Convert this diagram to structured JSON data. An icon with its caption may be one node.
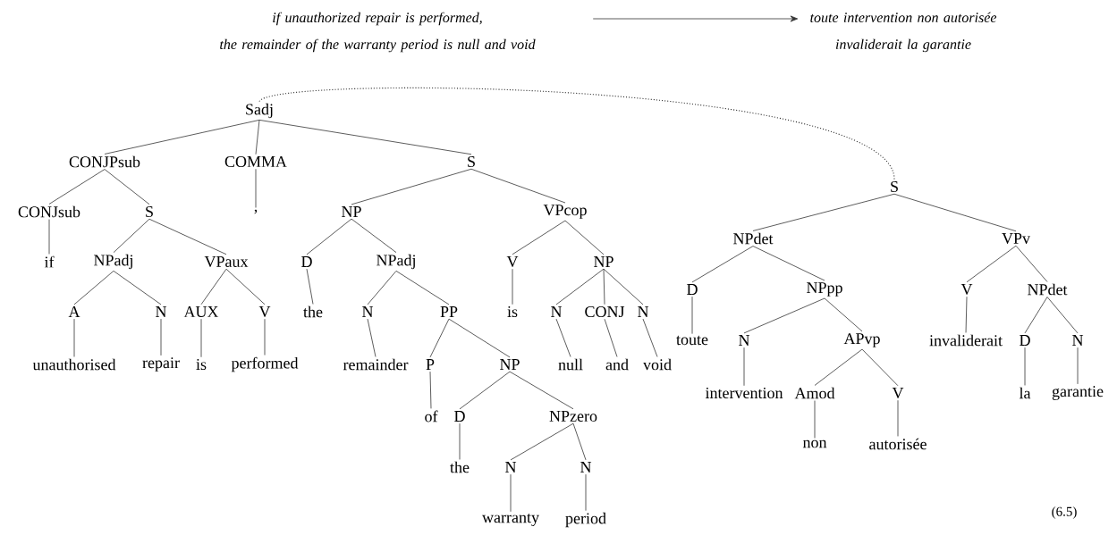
{
  "diagram": {
    "nodes": [
      {
        "text": [
          "if unauthorized repair is performed, the remainder of the warranty period is null and void"
        ]
      },
      {
        "text": [
          "toute intervention non autorisée invaliderait la garantie"
        ]
      },
      {
        "text": [
          "Sadj"
        ]
      },
      {
        "text": [
          "CONJPsub"
        ]
      },
      {
        "text": [
          "COMMA"
        ]
      },
      {
        "text": [
          "S"
        ]
      },
      {
        "text": [
          "CONJsub"
        ]
      },
      {
        "text": [
          "S"
        ]
      },
      {
        "text": [
          ","
        ]
      },
      {
        "text": [
          "NP"
        ]
      },
      {
        "text": [
          "VPcop"
        ]
      },
      {
        "text": [
          "if"
        ]
      },
      {
        "text": [
          "NPadj"
        ]
      },
      {
        "text": [
          "VPaux"
        ]
      },
      {
        "text": [
          "D"
        ]
      },
      {
        "text": [
          "NPadj"
        ]
      },
      {
        "text": [
          "V"
        ]
      },
      {
        "text": [
          "NP"
        ]
      },
      {
        "text": [
          "A"
        ]
      },
      {
        "text": [
          "N"
        ]
      },
      {
        "text": [
          "AUX"
        ]
      },
      {
        "text": [
          "V"
        ]
      },
      {
        "text": [
          "the"
        ]
      },
      {
        "text": [
          "N"
        ]
      },
      {
        "text": [
          "PP"
        ]
      },
      {
        "text": [
          "is"
        ]
      },
      {
        "text": [
          "N"
        ]
      },
      {
        "text": [
          "CONJ"
        ]
      },
      {
        "text": [
          "N"
        ]
      },
      {
        "text": [
          "unauthorised"
        ]
      },
      {
        "text": [
          "repair"
        ]
      },
      {
        "text": [
          "is"
        ]
      },
      {
        "text": [
          "performed"
        ]
      },
      {
        "text": [
          "remainder"
        ]
      },
      {
        "text": [
          "P"
        ]
      },
      {
        "text": [
          "NP"
        ]
      },
      {
        "text": [
          "null"
        ]
      },
      {
        "text": [
          "and"
        ]
      },
      {
        "text": [
          "void"
        ]
      },
      {
        "text": [
          "of"
        ]
      },
      {
        "text": [
          "D"
        ]
      },
      {
        "text": [
          "NPzero"
        ]
      },
      {
        "text": [
          "the"
        ]
      },
      {
        "text": [
          "N"
        ]
      },
      {
        "text": [
          "N"
        ]
      },
      {
        "text": [
          "warranty"
        ]
      },
      {
        "text": [
          "period"
        ]
      },
      {
        "text": [
          "S"
        ]
      },
      {
        "text": [
          "NPdet"
        ]
      },
      {
        "text": [
          "VPv"
        ]
      },
      {
        "text": [
          "D"
        ]
      },
      {
        "text": [
          "NPpp"
        ]
      },
      {
        "text": [
          "V"
        ]
      },
      {
        "text": [
          "NPdet"
        ]
      },
      {
        "text": [
          "toute"
        ]
      },
      {
        "text": [
          "N"
        ]
      },
      {
        "text": [
          "APvp"
        ]
      },
      {
        "text": [
          "invaliderait"
        ]
      },
      {
        "text": [
          "D"
        ]
      },
      {
        "text": [
          "N"
        ]
      },
      {
        "text": [
          "intervention"
        ]
      },
      {
        "text": [
          "Amod"
        ]
      },
      {
        "text": [
          "V"
        ]
      },
      {
        "text": [
          "la"
        ]
      },
      {
        "text": [
          "garantie"
        ]
      },
      {
        "text": [
          "non"
        ]
      },
      {
        "text": [
          "autorisée"
        ]
      }
    ],
    "edges": [
      {
        "from": 0,
        "to": 1,
        "arrow": "to"
      },
      {
        "from": 2,
        "to": 47,
        "arrow": "none",
        "style": "dashed"
      },
      {
        "from": 2,
        "to": 3,
        "arrow": "none"
      },
      {
        "from": 2,
        "to": 4,
        "arrow": "none"
      },
      {
        "from": 2,
        "to": 5,
        "arrow": "none"
      },
      {
        "from": 3,
        "to": 6,
        "arrow": "none"
      },
      {
        "from": 3,
        "to": 7,
        "arrow": "none"
      },
      {
        "from": 4,
        "to": 8,
        "arrow": "none"
      },
      {
        "from": 5,
        "to": 9,
        "arrow": "none"
      },
      {
        "from": 5,
        "to": 10,
        "arrow": "none"
      },
      {
        "from": 6,
        "to": 11,
        "arrow": "none"
      },
      {
        "from": 7,
        "to": 12,
        "arrow": "none"
      },
      {
        "from": 7,
        "to": 13,
        "arrow": "none"
      },
      {
        "from": 9,
        "to": 14,
        "arrow": "none"
      },
      {
        "from": 9,
        "to": 15,
        "arrow": "none"
      },
      {
        "from": 10,
        "to": 16,
        "arrow": "none"
      },
      {
        "from": 10,
        "to": 17,
        "arrow": "none"
      },
      {
        "from": 12,
        "to": 18,
        "arrow": "none"
      },
      {
        "from": 12,
        "to": 19,
        "arrow": "none"
      },
      {
        "from": 13,
        "to": 20,
        "arrow": "none"
      },
      {
        "from": 13,
        "to": 21,
        "arrow": "none"
      },
      {
        "from": 14,
        "to": 22,
        "arrow": "none"
      },
      {
        "from": 15,
        "to": 23,
        "arrow": "none"
      },
      {
        "from": 15,
        "to": 24,
        "arrow": "none"
      },
      {
        "from": 16,
        "to": 25,
        "arrow": "none"
      },
      {
        "from": 17,
        "to": 26,
        "arrow": "none"
      },
      {
        "from": 17,
        "to": 27,
        "arrow": "none"
      },
      {
        "from": 17,
        "to": 28,
        "arrow": "none"
      },
      {
        "from": 18,
        "to": 29,
        "arrow": "none"
      },
      {
        "from": 19,
        "to": 30,
        "arrow": "none"
      },
      {
        "from": 20,
        "to": 31,
        "arrow": "none"
      },
      {
        "from": 21,
        "to": 32,
        "arrow": "none"
      },
      {
        "from": 23,
        "to": 33,
        "arrow": "none"
      },
      {
        "from": 24,
        "to": 34,
        "arrow": "none"
      },
      {
        "from": 24,
        "to": 35,
        "arrow": "none"
      },
      {
        "from": 26,
        "to": 36,
        "arrow": "none"
      },
      {
        "from": 27,
        "to": 37,
        "arrow": "none"
      },
      {
        "from": 28,
        "to": 38,
        "arrow": "none"
      },
      {
        "from": 34,
        "to": 39,
        "arrow": "none"
      },
      {
        "from": 35,
        "to": 40,
        "arrow": "none"
      },
      {
        "from": 35,
        "to": 41,
        "arrow": "none"
      },
      {
        "from": 40,
        "to": 42,
        "arrow": "none"
      },
      {
        "from": 41,
        "to": 43,
        "arrow": "none"
      },
      {
        "from": 41,
        "to": 44,
        "arrow": "none"
      },
      {
        "from": 43,
        "to": 45,
        "arrow": "none"
      },
      {
        "from": 44,
        "to": 46,
        "arrow": "none"
      },
      {
        "from": 47,
        "to": 48,
        "arrow": "none"
      },
      {
        "from": 47,
        "to": 49,
        "arrow": "none"
      },
      {
        "from": 48,
        "to": 50,
        "arrow": "none"
      },
      {
        "from": 48,
        "to": 51,
        "arrow": "none"
      },
      {
        "from": 49,
        "to": 52,
        "arrow": "none"
      },
      {
        "from": 49,
        "to": 53,
        "arrow": "none"
      },
      {
        "from": 50,
        "to": 54,
        "arrow": "none"
      },
      {
        "from": 51,
        "to": 55,
        "arrow": "none"
      },
      {
        "from": 51,
        "to": 56,
        "arrow": "none"
      },
      {
        "from": 52,
        "to": 57,
        "arrow": "none"
      },
      {
        "from": 53,
        "to": 58,
        "arrow": "none"
      },
      {
        "from": 53,
        "to": 59,
        "arrow": "none"
      },
      {
        "from": 55,
        "to": 60,
        "arrow": "none"
      },
      {
        "from": 56,
        "to": 61,
        "arrow": "none"
      },
      {
        "from": 56,
        "to": 62,
        "arrow": "none"
      },
      {
        "from": 58,
        "to": 63,
        "arrow": "none"
      },
      {
        "from": 59,
        "to": 64,
        "arrow": "none"
      },
      {
        "from": 61,
        "to": 65,
        "arrow": "none"
      },
      {
        "from": 62,
        "to": 66,
        "arrow": "none"
      }
    ],
    "labels": [
      "(6.5)"
    ]
  }
}
